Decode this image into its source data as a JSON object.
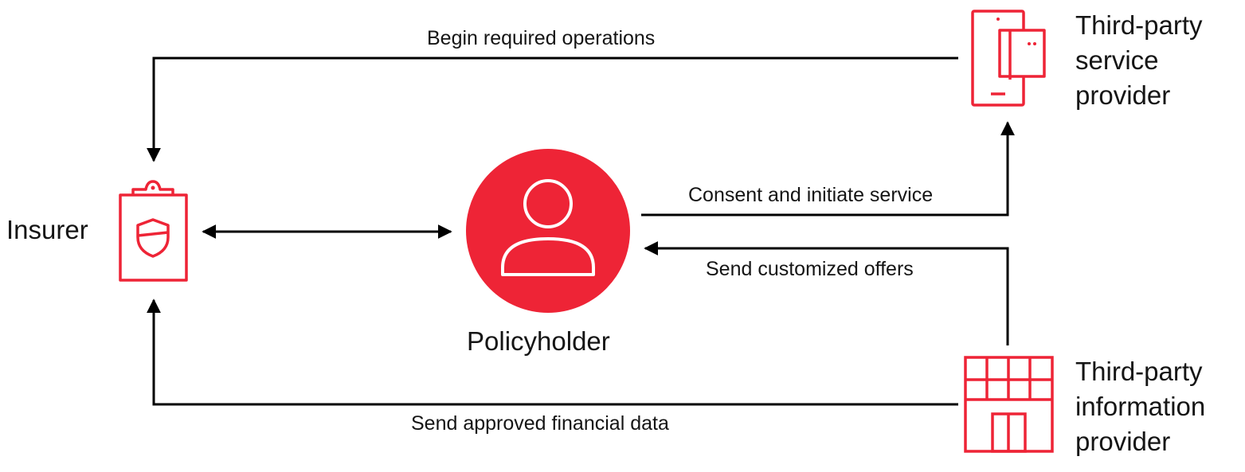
{
  "colors": {
    "accent": "#ee2436",
    "line": "#000000",
    "text": "#151515",
    "icon_stroke": "#ee2436",
    "person_stroke": "#ffffff"
  },
  "nodes": {
    "insurer": {
      "label": "Insurer",
      "icon": "clipboard-shield-icon"
    },
    "policyholder": {
      "label": "Policyholder",
      "icon": "person-icon"
    },
    "service_provider": {
      "label_lines": [
        "Third-party",
        "service",
        "provider"
      ],
      "icon": "mobile-devices-icon"
    },
    "info_provider": {
      "label_lines": [
        "Third-party",
        "information",
        "provider"
      ],
      "icon": "building-icon"
    }
  },
  "edges": {
    "begin_ops": {
      "label": "Begin required operations",
      "from": "service_provider",
      "to": "insurer"
    },
    "consent": {
      "label": "Consent and initiate service",
      "from": "policyholder",
      "to": "service_provider"
    },
    "offers": {
      "label": "Send customized offers",
      "from": "info_provider",
      "to": "policyholder"
    },
    "financial": {
      "label": "Send approved financial data",
      "from": "info_provider",
      "to": "insurer"
    },
    "insurer_policyholder": {
      "label": "",
      "from": "insurer",
      "to": "policyholder",
      "bidirectional": true
    }
  }
}
